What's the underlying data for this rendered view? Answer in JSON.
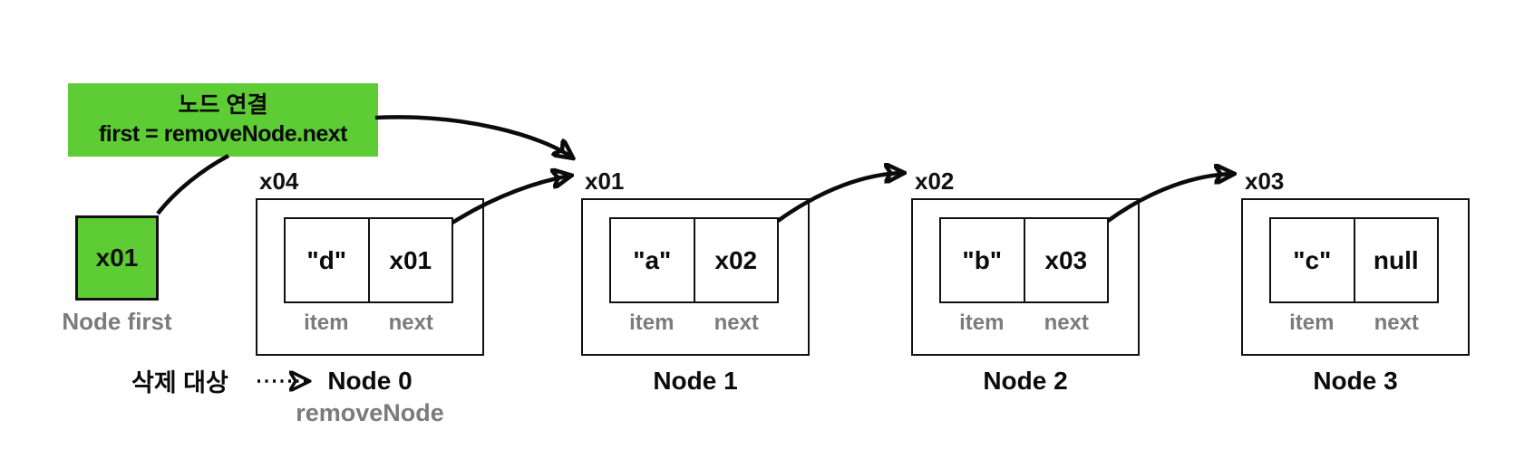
{
  "annotation_box": {
    "line1": "노드 연결",
    "line2": "first = removeNode.next"
  },
  "first_pointer": {
    "value": "x01",
    "label": "Node first"
  },
  "nodes": [
    {
      "address": "x04",
      "item": "\"d\"",
      "next": "x01",
      "item_label": "item",
      "next_label": "next",
      "name": "Node 0"
    },
    {
      "address": "x01",
      "item": "\"a\"",
      "next": "x02",
      "item_label": "item",
      "next_label": "next",
      "name": "Node 1"
    },
    {
      "address": "x02",
      "item": "\"b\"",
      "next": "x03",
      "item_label": "item",
      "next_label": "next",
      "name": "Node 2"
    },
    {
      "address": "x03",
      "item": "\"c\"",
      "next": "null",
      "item_label": "item",
      "next_label": "next",
      "name": "Node 3"
    }
  ],
  "remove_annotation": {
    "target_label": "삭제 대상",
    "pointer_name": "removeNode"
  },
  "colors": {
    "highlight_green": "#5ecc34",
    "muted_gray": "#7b7b7b",
    "line_black": "#0b0b0b",
    "background": "#ffffff"
  }
}
